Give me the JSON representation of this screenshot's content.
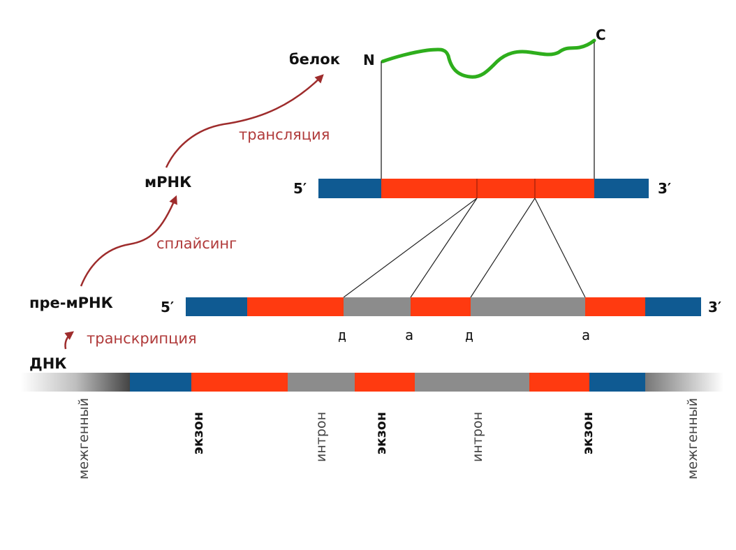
{
  "colors": {
    "utr": "#0f5a92",
    "exon": "#ff3a10",
    "intron": "#8c8c8c",
    "protein": "#2eae1c",
    "arrow": "#9e2c2c",
    "process_text": "#b03a3a"
  },
  "stages": {
    "protein": "белок",
    "mrna": "мРНК",
    "pre_mrna": "пре-мРНК",
    "dna": "ДНК"
  },
  "processes": {
    "translation": "трансляция",
    "splicing": "сплайсинг",
    "transcription": "транскрипция"
  },
  "protein_ends": {
    "n": "N",
    "c": "C"
  },
  "strand_ends": {
    "five": "5′",
    "three": "3′"
  },
  "splice_sites": [
    "д",
    "а",
    "д",
    "а"
  ],
  "regions": {
    "intergenic": "межгенный",
    "exon": "экзон",
    "intron": "интрон"
  }
}
